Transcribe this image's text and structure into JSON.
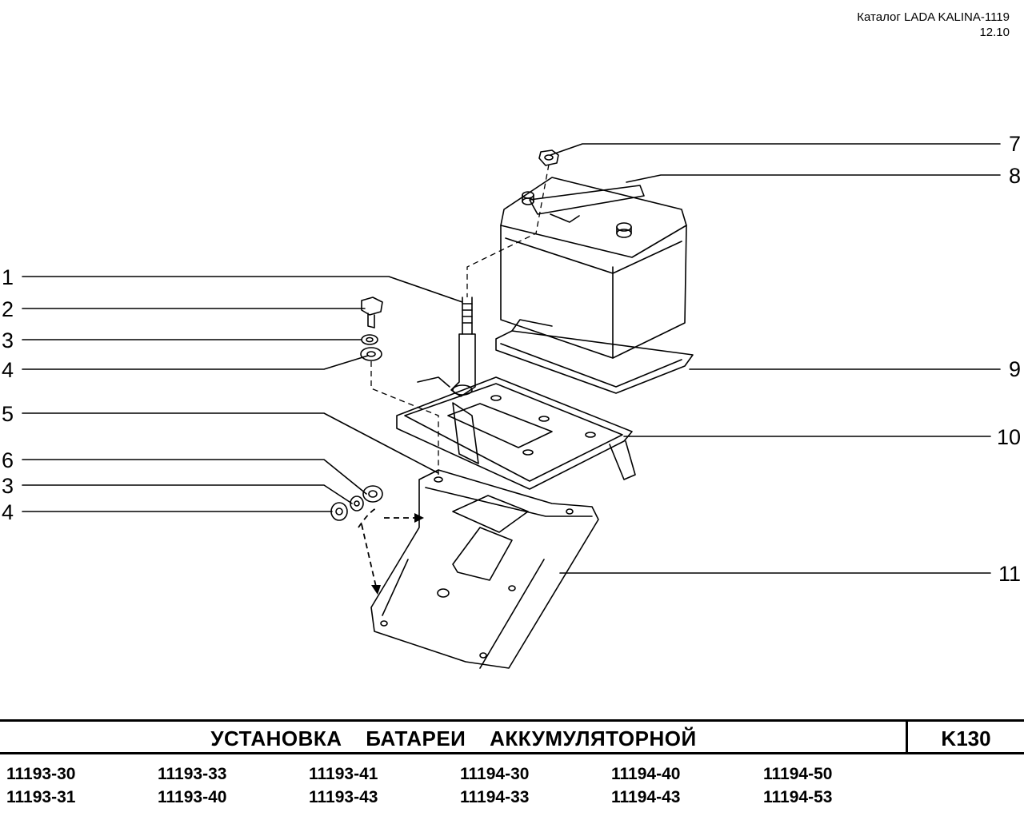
{
  "header": {
    "catalog": "Каталог LADA KALINA-1119",
    "date": "12.10"
  },
  "callouts": [
    "1",
    "2",
    "3",
    "4",
    "5",
    "6",
    "3",
    "4",
    "7",
    "8",
    "9",
    "10",
    "11"
  ],
  "title": "УСТАНОВКА БАТАРЕИ АККУМУЛЯТОРНОЙ",
  "page_code": "K130",
  "models": [
    [
      "11193-30",
      "11193-31"
    ],
    [
      "11193-33",
      "11193-40"
    ],
    [
      "11193-41",
      "11193-43"
    ],
    [
      "11194-30",
      "11194-33"
    ],
    [
      "11194-40",
      "11194-43"
    ],
    [
      "11194-50",
      "11194-53"
    ]
  ]
}
